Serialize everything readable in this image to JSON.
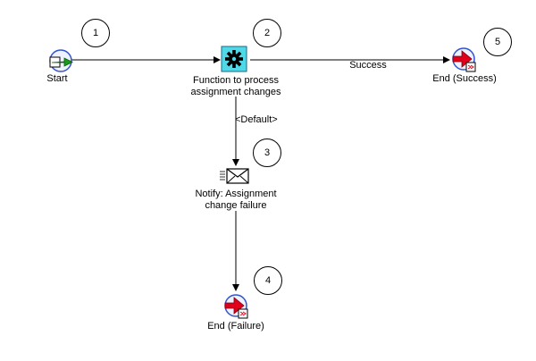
{
  "nodes": {
    "start": {
      "label": "Start",
      "step": "1"
    },
    "function": {
      "label_line1": "Function to process",
      "label_line2": "assignment changes",
      "step": "2"
    },
    "notify": {
      "label_line1": "Notify: Assignment",
      "label_line2": "change failure",
      "step": "3"
    },
    "end_failure": {
      "label": "End (Failure)",
      "step": "4"
    },
    "end_success": {
      "label": "End (Success)",
      "step": "5"
    }
  },
  "edges": {
    "success": "Success",
    "default": "<Default>"
  },
  "icons": {
    "start": "start-arrow-icon",
    "function": "gear-function-icon",
    "notify": "envelope-notification-icon",
    "end": "end-arrow-icon"
  },
  "colors": {
    "start_arrow": "#1a9a1a",
    "end_arrow": "#e0001b",
    "function_box": "#4fd8e8",
    "node_ring": "#3355cc"
  }
}
